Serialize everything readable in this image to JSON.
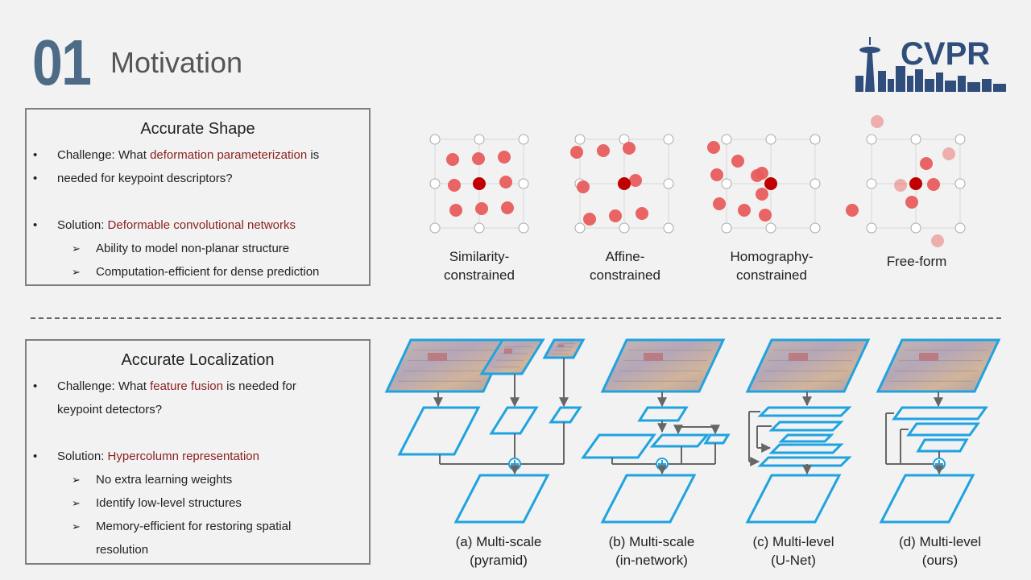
{
  "header": {
    "number": "01",
    "title": "Motivation"
  },
  "logo": {
    "text": "CVPR"
  },
  "shape_box": {
    "heading": "Accurate Shape",
    "challenge_prefix": "Challenge: What ",
    "challenge_highlight": "deformation parameterization",
    "challenge_suffix": " is",
    "challenge_line2": "needed for keypoint descriptors?",
    "solution_prefix": "Solution: ",
    "solution_highlight": "Deformable convolutional networks",
    "sub_items": [
      "Ability to model non-planar structure",
      "Computation-efficient for dense prediction"
    ]
  },
  "localization_box": {
    "heading": "Accurate Localization",
    "challenge_prefix": "Challenge: What ",
    "challenge_highlight": "feature fusion",
    "challenge_suffix": " is needed for",
    "challenge_line2": "keypoint detectors?",
    "solution_prefix": "Solution: ",
    "solution_highlight": "Hypercolumn representation",
    "sub_items": [
      "No extra learning weights",
      "Identify low-level structures",
      "Memory-efficient for restoring spatial"
    ],
    "sub_item_continuation": "resolution"
  },
  "sampling_captions": [
    {
      "line1": "Similarity-",
      "line2": "constrained"
    },
    {
      "line1": "Affine-",
      "line2": "constrained"
    },
    {
      "line1": "Homography-",
      "line2": "constrained"
    },
    {
      "line1": "Free-form",
      "line2": ""
    }
  ],
  "fusion_captions": [
    {
      "line1": "(a) Multi-scale",
      "line2": "(pyramid)"
    },
    {
      "line1": "(b) Multi-scale",
      "line2": "(in-network)"
    },
    {
      "line1": "(c) Multi-level",
      "line2": "(U-Net)"
    },
    {
      "line1": "(d) Multi-level",
      "line2": "(ours)"
    }
  ],
  "colors": {
    "number": "#4d6b87",
    "highlight": "#8b1f1f",
    "diagram_blue": "#1fa3e0",
    "point_red": "#e85c5c",
    "center_red": "#c00000",
    "logo_blue": "#2f4e7c"
  }
}
